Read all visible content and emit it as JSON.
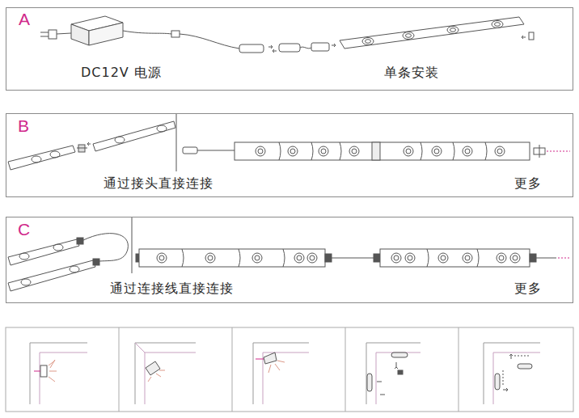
{
  "diagram": {
    "nodes": [
      {
        "text": [
          "A",
          "DC12V 电源",
          "单条安装"
        ]
      },
      {
        "text": [
          "B",
          "通过接头直接连接",
          "更多"
        ]
      },
      {
        "text": [
          "C",
          "通过连接线直接连接",
          "更多"
        ]
      }
    ]
  }
}
